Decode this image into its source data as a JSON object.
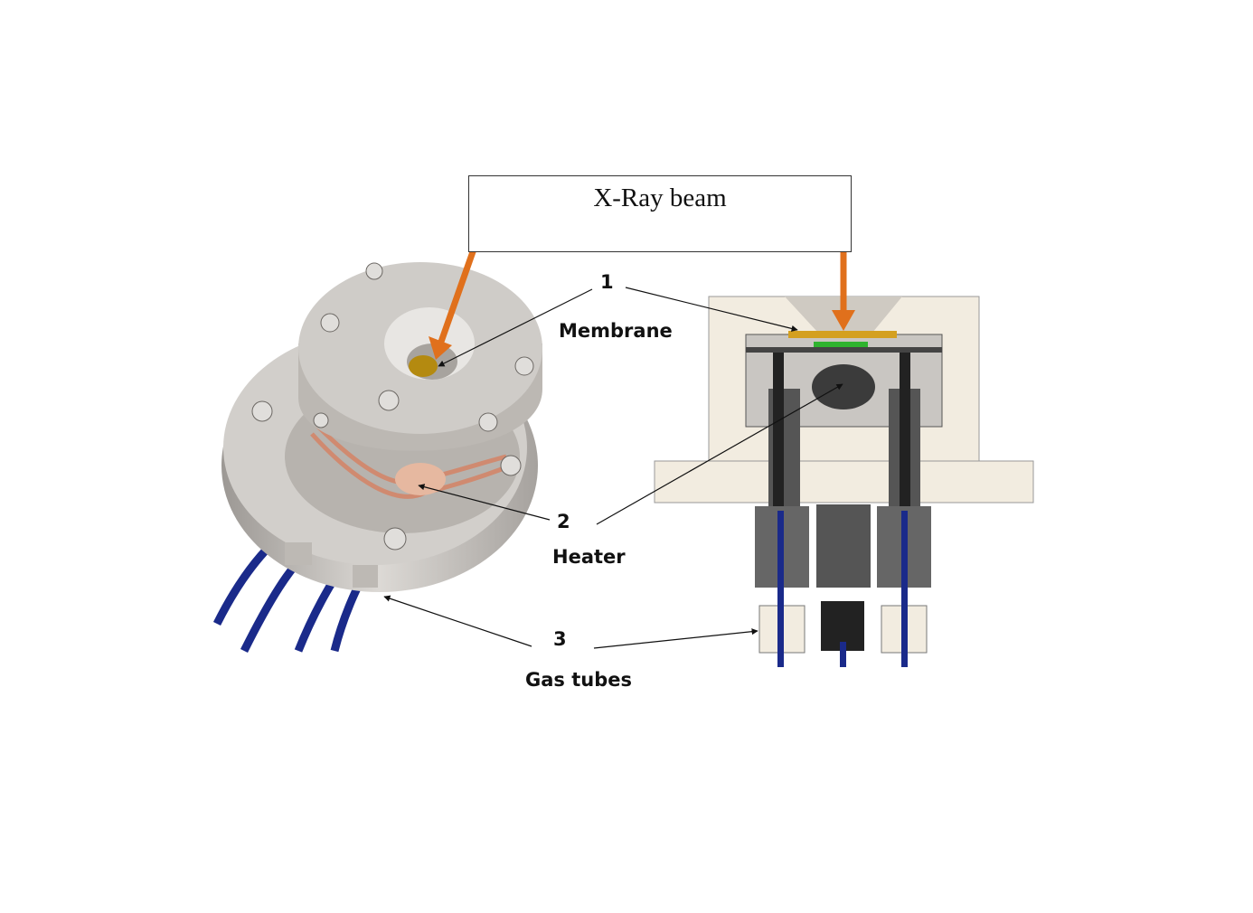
{
  "title_box": {
    "text": "X-Ray beam"
  },
  "labels": [
    {
      "number": "1",
      "name": "Membrane"
    },
    {
      "number": "2",
      "name": "Heater"
    },
    {
      "number": "3",
      "name": "Gas tubes"
    }
  ],
  "colors": {
    "beam_arrow": "#e0701c",
    "tube": "#1a2a8a",
    "body": "#c9c6c2",
    "frame": "#f2ece0",
    "membrane": "#d4a020",
    "window": "#2fb32f"
  }
}
